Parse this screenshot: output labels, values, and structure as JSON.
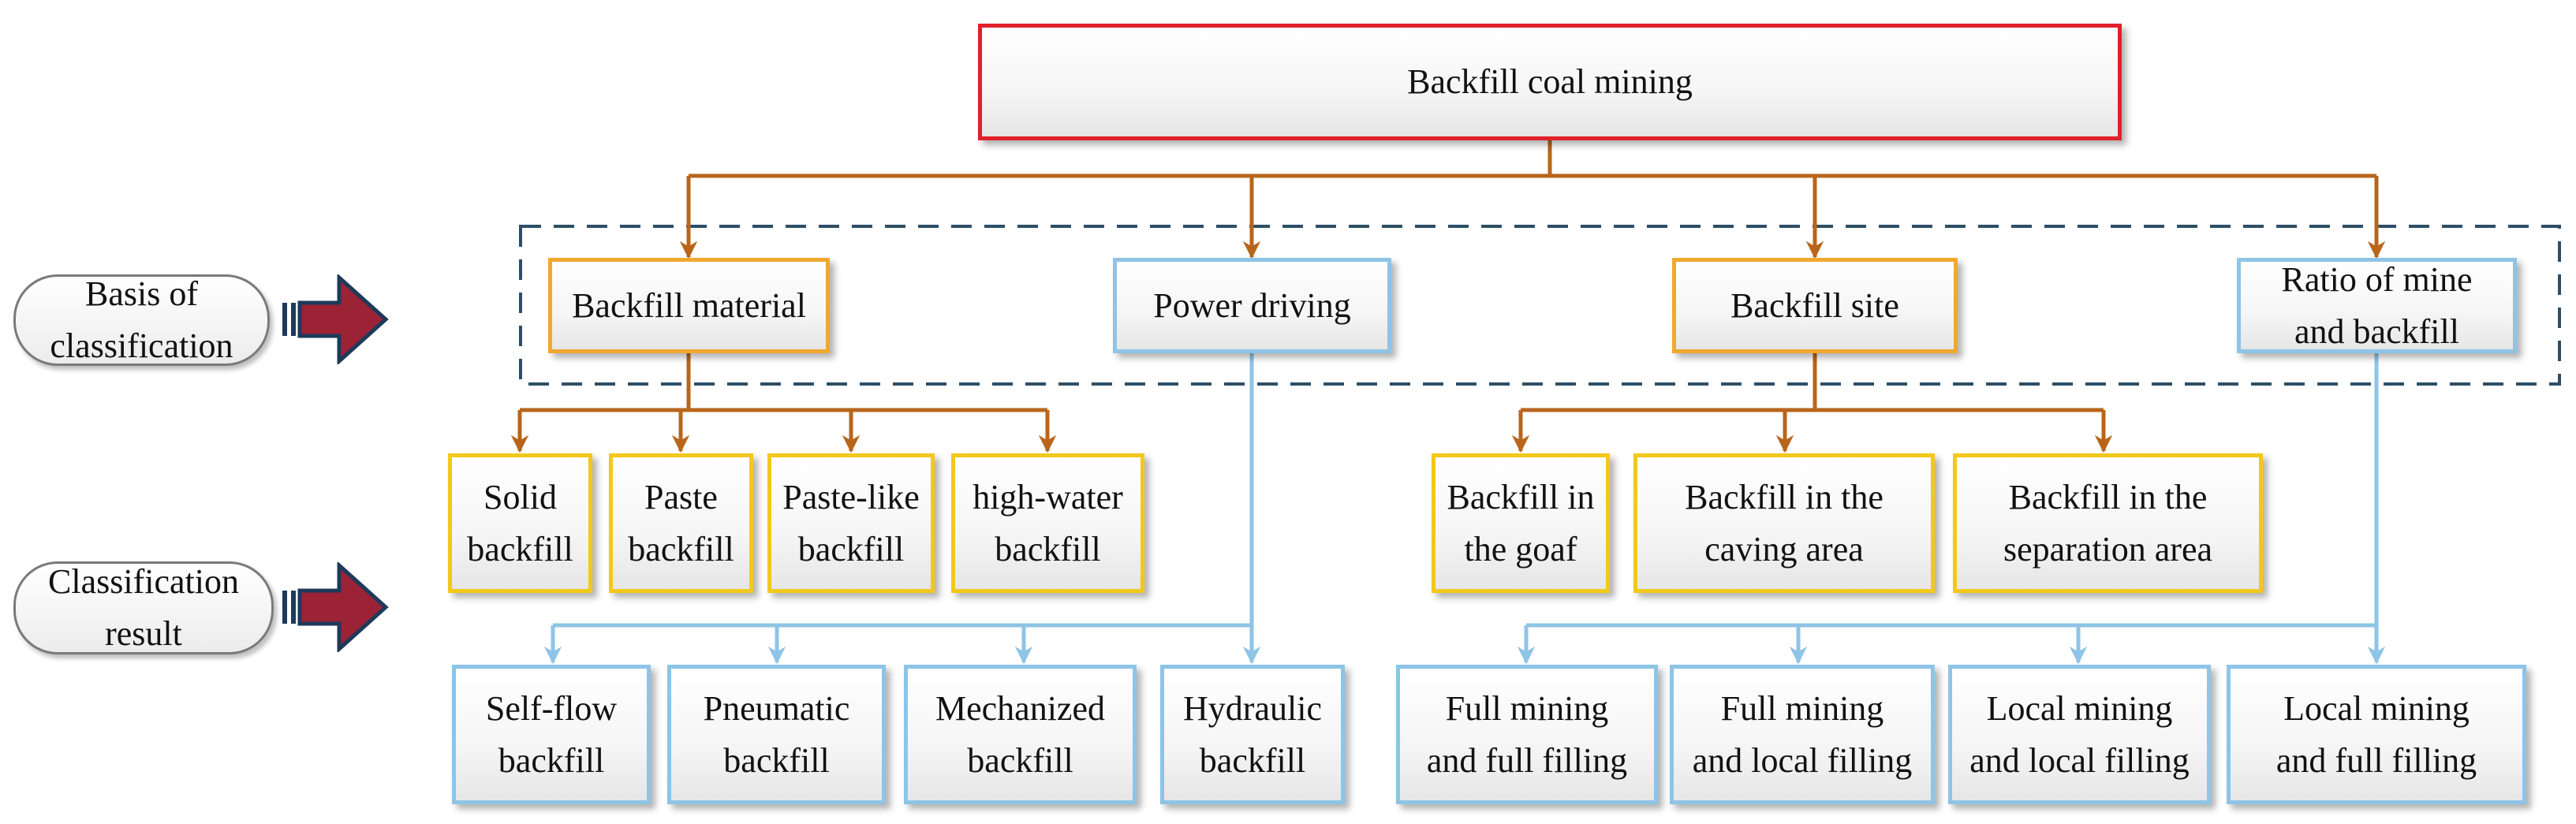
{
  "root": {
    "lines": [
      "Backfill coal mining"
    ]
  },
  "side_labels": {
    "basis": {
      "lines": [
        "Basis of",
        "classification"
      ]
    },
    "result": {
      "lines": [
        "Classification",
        "result"
      ]
    }
  },
  "basis_nodes": {
    "material": {
      "lines": [
        "Backfill material"
      ]
    },
    "power": {
      "lines": [
        "Power driving"
      ]
    },
    "site": {
      "lines": [
        "Backfill site"
      ]
    },
    "ratio": {
      "lines": [
        "Ratio of mine",
        "and backfill"
      ]
    }
  },
  "material_results": [
    {
      "lines": [
        "Solid",
        "backfill"
      ]
    },
    {
      "lines": [
        "Paste",
        "backfill"
      ]
    },
    {
      "lines": [
        "Paste-like",
        "backfill"
      ]
    },
    {
      "lines": [
        "high-water",
        "backfill"
      ]
    }
  ],
  "site_results": [
    {
      "lines": [
        "Backfill in",
        "the goaf"
      ]
    },
    {
      "lines": [
        "Backfill in the",
        "caving area"
      ]
    },
    {
      "lines": [
        "Backfill in the",
        "separation area"
      ]
    }
  ],
  "power_results": [
    {
      "lines": [
        "Self-flow",
        "backfill"
      ]
    },
    {
      "lines": [
        "Pneumatic",
        "backfill"
      ]
    },
    {
      "lines": [
        "Mechanized",
        "backfill"
      ]
    },
    {
      "lines": [
        "Hydraulic",
        "backfill"
      ]
    }
  ],
  "ratio_results": [
    {
      "lines": [
        "Full mining",
        "and full filling"
      ]
    },
    {
      "lines": [
        "Full mining",
        "and local filling"
      ]
    },
    {
      "lines": [
        "Local mining",
        "and local filling"
      ]
    },
    {
      "lines": [
        "Local mining",
        "and full filling"
      ]
    }
  ],
  "colors": {
    "root_border": "#e0202a",
    "basis_border_orange": "#f0a830",
    "material_result_border": "#f2c81a",
    "blue_border": "#8ec4e6",
    "orange_connector": "#b8651a",
    "blue_connector": "#8ec4e6",
    "dashed_frame": "#2e4e66",
    "fat_arrow": "#9b2335",
    "fat_arrow_stripes": "#1d3a5a"
  }
}
